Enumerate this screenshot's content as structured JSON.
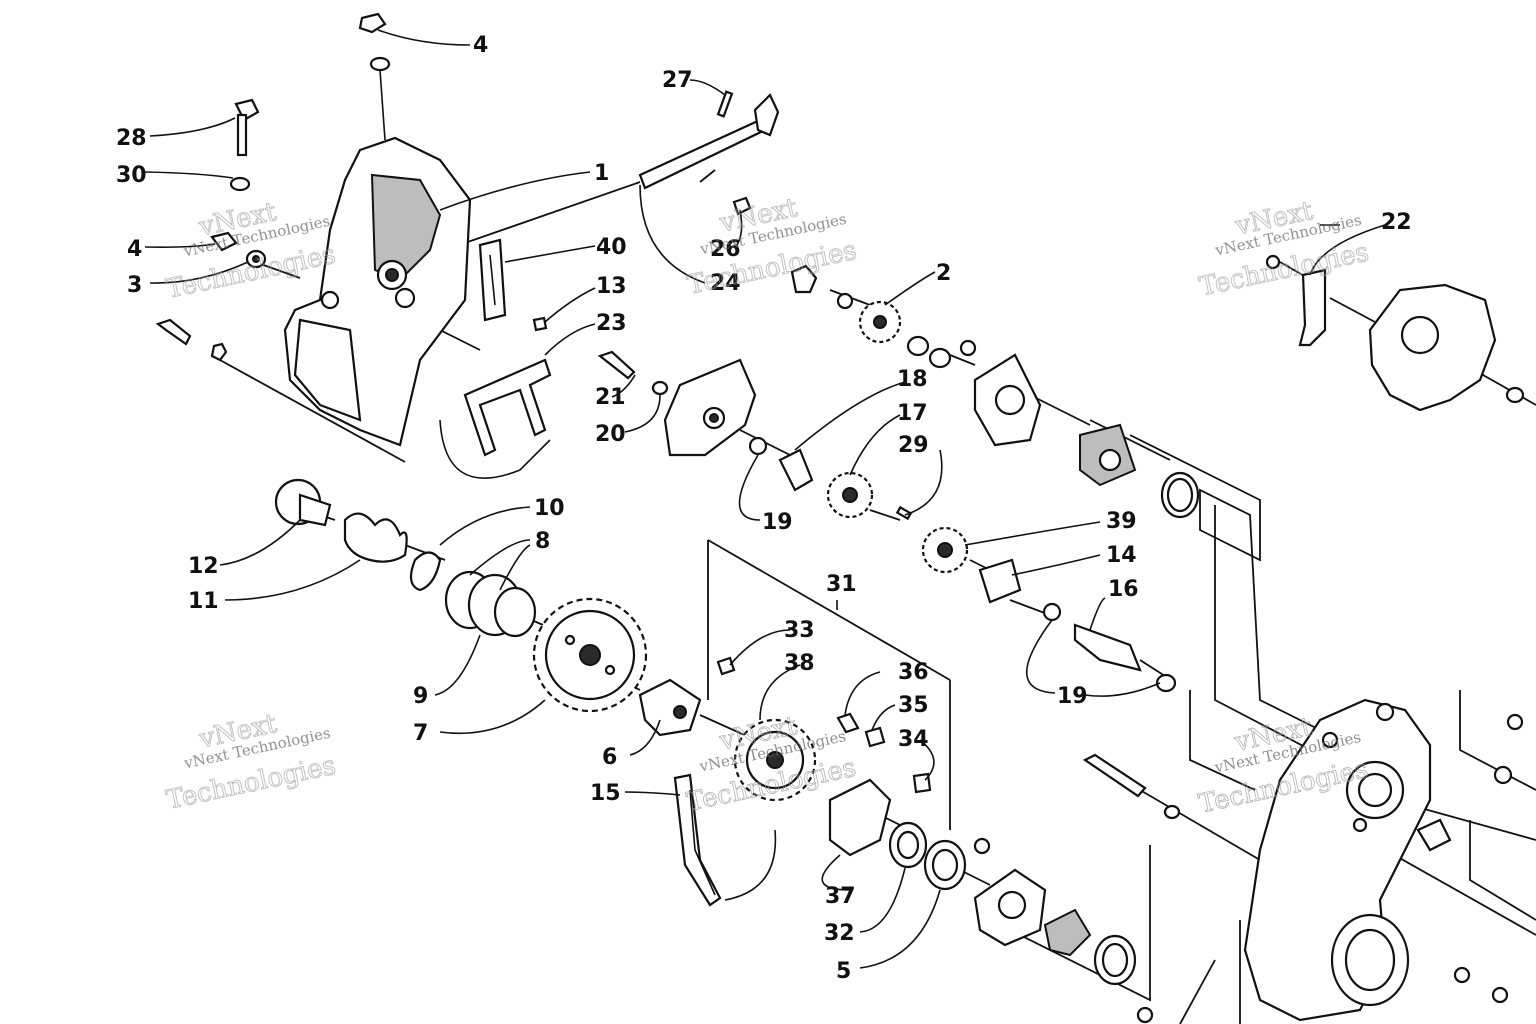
{
  "callouts": {
    "c1": "1",
    "c2": "2",
    "c3": "3",
    "c4a": "4",
    "c4b": "4",
    "c5": "5",
    "c6": "6",
    "c7": "7",
    "c8": "8",
    "c9": "9",
    "c10": "10",
    "c11": "11",
    "c12": "12",
    "c13": "13",
    "c14": "14",
    "c15": "15",
    "c16": "16",
    "c17": "17",
    "c18": "18",
    "c19a": "19",
    "c19b": "19",
    "c20": "20",
    "c21": "21",
    "c22": "22",
    "c23": "23",
    "c24": "24",
    "c26": "26",
    "c27": "27",
    "c28": "28",
    "c29": "29",
    "c30": "30",
    "c31": "31",
    "c32": "32",
    "c33": "33",
    "c34": "34",
    "c35": "35",
    "c36": "36",
    "c37": "37",
    "c38": "38",
    "c39": "39",
    "c40": "40"
  },
  "watermark": {
    "brand_line": "vNext",
    "company_line": "vNext Technologies",
    "tech_line": "Technologies"
  }
}
